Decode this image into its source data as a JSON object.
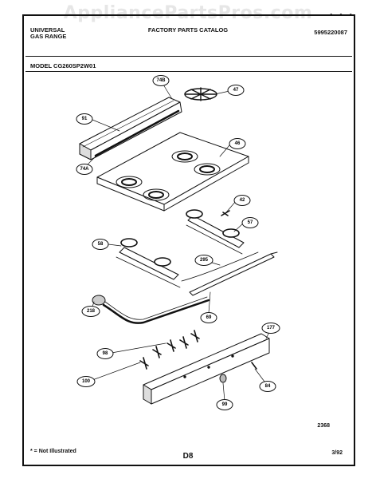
{
  "watermark": "AppliancePartsPros.com",
  "header": {
    "brand_line1": "UNIVERSAL",
    "brand_line2": "GAS RANGE",
    "catalog_title": "FACTORY PARTS CATALOG",
    "part_number": "5995220087"
  },
  "model_label": "MODEL CG260SP2W01",
  "figure_code": "2368",
  "footer": {
    "note": "* = Not Illustrated",
    "page": "D8",
    "date": "3/92"
  },
  "callouts": [
    "74B",
    "47",
    "91",
    "46",
    "74A",
    "42",
    "57",
    "58",
    "295",
    "218",
    "69",
    "177",
    "98",
    "100",
    "99",
    "84"
  ]
}
